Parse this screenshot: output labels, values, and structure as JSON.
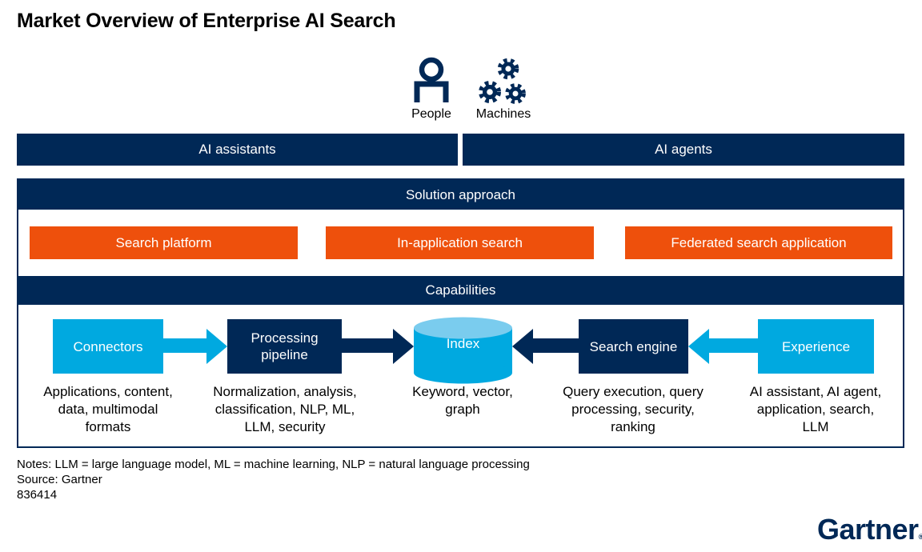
{
  "title": "Market Overview of Enterprise AI Search",
  "colors": {
    "navy": "#002856",
    "light_blue": "#00A9E0",
    "cylinder_top": "#7ACCEE",
    "orange": "#EE500C"
  },
  "actors": {
    "people_label": "People",
    "machines_label": "Machines"
  },
  "agent_bars": [
    {
      "label": "AI assistants"
    },
    {
      "label": "AI agents"
    }
  ],
  "solution_approach": {
    "header": "Solution approach",
    "options": [
      {
        "label": "Search platform"
      },
      {
        "label": "In-application search"
      },
      {
        "label": "Federated search application"
      }
    ]
  },
  "capabilities": {
    "header": "Capabilities",
    "nodes": [
      {
        "label": "Connectors",
        "desc": "Applications, content, data, multimodal formats"
      },
      {
        "label": "Processing pipeline",
        "desc": "Normalization, analysis, classification, NLP, ML, LLM, security"
      },
      {
        "label": "Index",
        "desc": "Keyword, vector, graph"
      },
      {
        "label": "Search engine",
        "desc": "Query execution, query processing, security, ranking"
      },
      {
        "label": "Experience",
        "desc": "AI assistant, AI agent, application, search, LLM"
      }
    ]
  },
  "footer": {
    "notes": "Notes: LLM = large language model, ML = machine learning, NLP = natural language processing",
    "source": "Source: Gartner",
    "doc_id": "836414",
    "logo_text": "Gartner"
  }
}
